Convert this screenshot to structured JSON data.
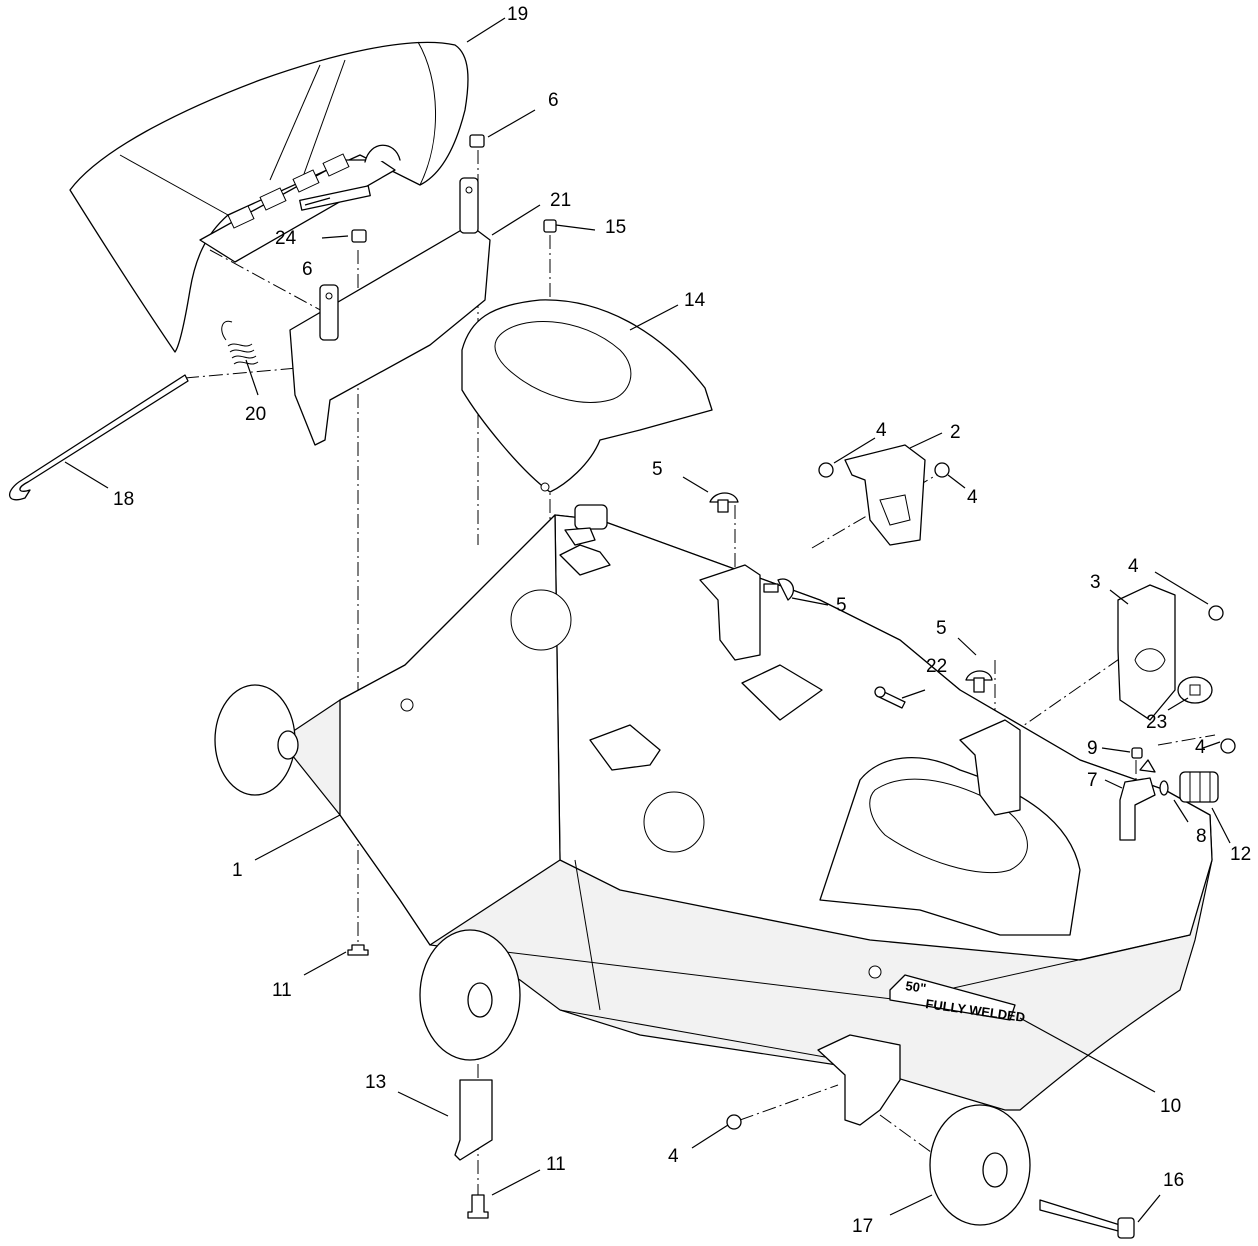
{
  "diagram": {
    "decal_text": [
      "50\"",
      "FULLY WELDED"
    ],
    "callouts": [
      {
        "id": "c19",
        "label": "19"
      },
      {
        "id": "c6a",
        "label": "6"
      },
      {
        "id": "c21",
        "label": "21"
      },
      {
        "id": "c24",
        "label": "24"
      },
      {
        "id": "c6b",
        "label": "6"
      },
      {
        "id": "c15",
        "label": "15"
      },
      {
        "id": "c14",
        "label": "14"
      },
      {
        "id": "c20",
        "label": "20"
      },
      {
        "id": "c18",
        "label": "18"
      },
      {
        "id": "c4a",
        "label": "4"
      },
      {
        "id": "c2",
        "label": "2"
      },
      {
        "id": "c4b",
        "label": "4"
      },
      {
        "id": "c5a",
        "label": "5"
      },
      {
        "id": "c5b",
        "label": "5"
      },
      {
        "id": "c3",
        "label": "3"
      },
      {
        "id": "c4c",
        "label": "4"
      },
      {
        "id": "c5c",
        "label": "5"
      },
      {
        "id": "c22",
        "label": "22"
      },
      {
        "id": "c23",
        "label": "23"
      },
      {
        "id": "c4d",
        "label": "4"
      },
      {
        "id": "c9",
        "label": "9"
      },
      {
        "id": "c7",
        "label": "7"
      },
      {
        "id": "c8",
        "label": "8"
      },
      {
        "id": "c12",
        "label": "12"
      },
      {
        "id": "c1",
        "label": "1"
      },
      {
        "id": "c11a",
        "label": "11"
      },
      {
        "id": "c10",
        "label": "10"
      },
      {
        "id": "c13",
        "label": "13"
      },
      {
        "id": "c4e",
        "label": "4"
      },
      {
        "id": "c11b",
        "label": "11"
      },
      {
        "id": "c16",
        "label": "16"
      },
      {
        "id": "c17",
        "label": "17"
      }
    ]
  }
}
